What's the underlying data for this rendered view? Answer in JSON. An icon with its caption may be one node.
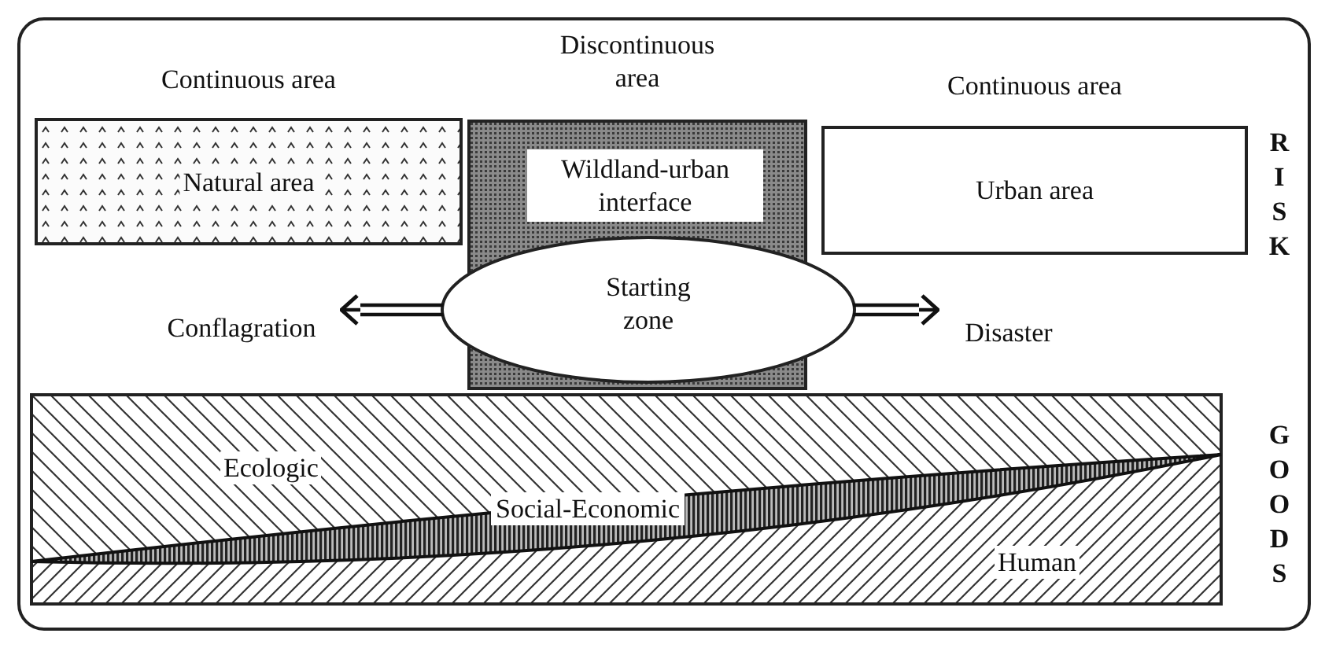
{
  "diagram": {
    "nodes": [
      {
        "text": [
          "Continuous area",
          "Natural area"
        ]
      },
      {
        "text": [
          "Discontinuous area"
        ]
      },
      {
        "text": [
          "Wildland-urban interface"
        ],
        "in": 1
      },
      {
        "text": [
          "Starting zone"
        ]
      },
      {
        "text": [
          "Continuous area",
          "Urban area"
        ]
      },
      {
        "text": [
          "Conflagration"
        ]
      },
      {
        "text": [
          "Disaster"
        ]
      },
      {
        "text": [
          "Ecologic",
          "Human"
        ]
      },
      {
        "text": [
          "Social-Economic"
        ],
        "in": 7
      }
    ],
    "edges": [
      {
        "from": 3,
        "to": 5,
        "arrow": "to"
      },
      {
        "from": 3,
        "to": 6,
        "arrow": "to"
      }
    ],
    "labels": [
      "RISK",
      "GOODS"
    ]
  }
}
